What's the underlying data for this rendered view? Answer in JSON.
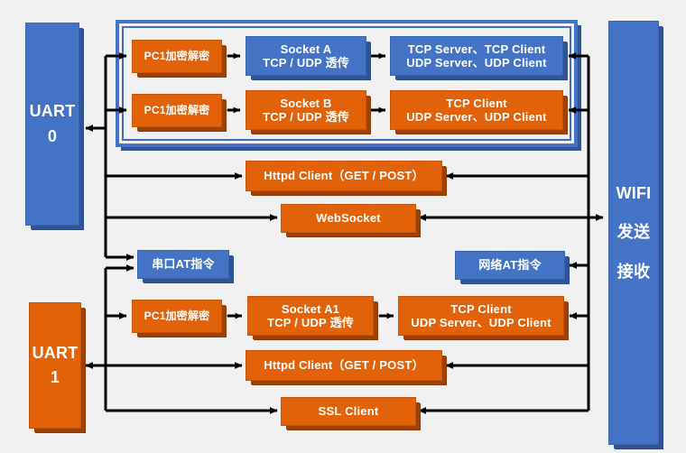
{
  "diagram": {
    "title": "UART / WIFI module data path block diagram",
    "background": "#f1f1f1",
    "colors": {
      "blue": "#4472c4",
      "blue_shadow": "#2f5597",
      "orange": "#e2620a",
      "orange_shadow": "#9c4208",
      "wire": "#000000",
      "text": "#ffffff"
    }
  },
  "endpoints": {
    "uart0": {
      "line1": "UART",
      "line2": "0",
      "color": "blue"
    },
    "uart1": {
      "line1": "UART",
      "line2": "1",
      "color": "orange"
    },
    "wifi": {
      "line1": "WIFI",
      "line2": "发送",
      "line3": "接收",
      "color": "blue"
    }
  },
  "socket_group": {
    "rows": [
      {
        "crypto": {
          "label": "PC1加密解密",
          "color": "orange"
        },
        "socket": {
          "line1": "Socket A",
          "line2": "TCP / UDP 透传",
          "color": "blue"
        },
        "protocols": {
          "line1": "TCP Server、TCP Client",
          "line2": "UDP Server、UDP Client",
          "color": "blue"
        }
      },
      {
        "crypto": {
          "label": "PC1加密解密",
          "color": "orange"
        },
        "socket": {
          "line1": "Socket B",
          "line2": "TCP / UDP 透传",
          "color": "orange"
        },
        "protocols": {
          "line1": "TCP Client",
          "line2": "UDP Server、UDP Client",
          "color": "orange"
        }
      }
    ]
  },
  "uart0_services": [
    {
      "label": "Httpd Client（GET / POST）",
      "color": "orange"
    },
    {
      "label": "WebSocket",
      "color": "orange"
    }
  ],
  "at_commands": {
    "serial": {
      "label": "串口AT指令",
      "color": "blue"
    },
    "network": {
      "label": "网络AT指令",
      "color": "blue"
    }
  },
  "uart1_row": {
    "crypto": {
      "label": "PC1加密解密",
      "color": "orange"
    },
    "socket": {
      "line1": "Socket A1",
      "line2": "TCP / UDP 透传",
      "color": "orange"
    },
    "protocols": {
      "line1": "TCP Client",
      "line2": "UDP Server、UDP Client",
      "color": "orange"
    }
  },
  "uart1_services": [
    {
      "label": "Httpd Client（GET / POST）",
      "color": "orange"
    },
    {
      "label": "SSL Client",
      "color": "orange"
    }
  ]
}
